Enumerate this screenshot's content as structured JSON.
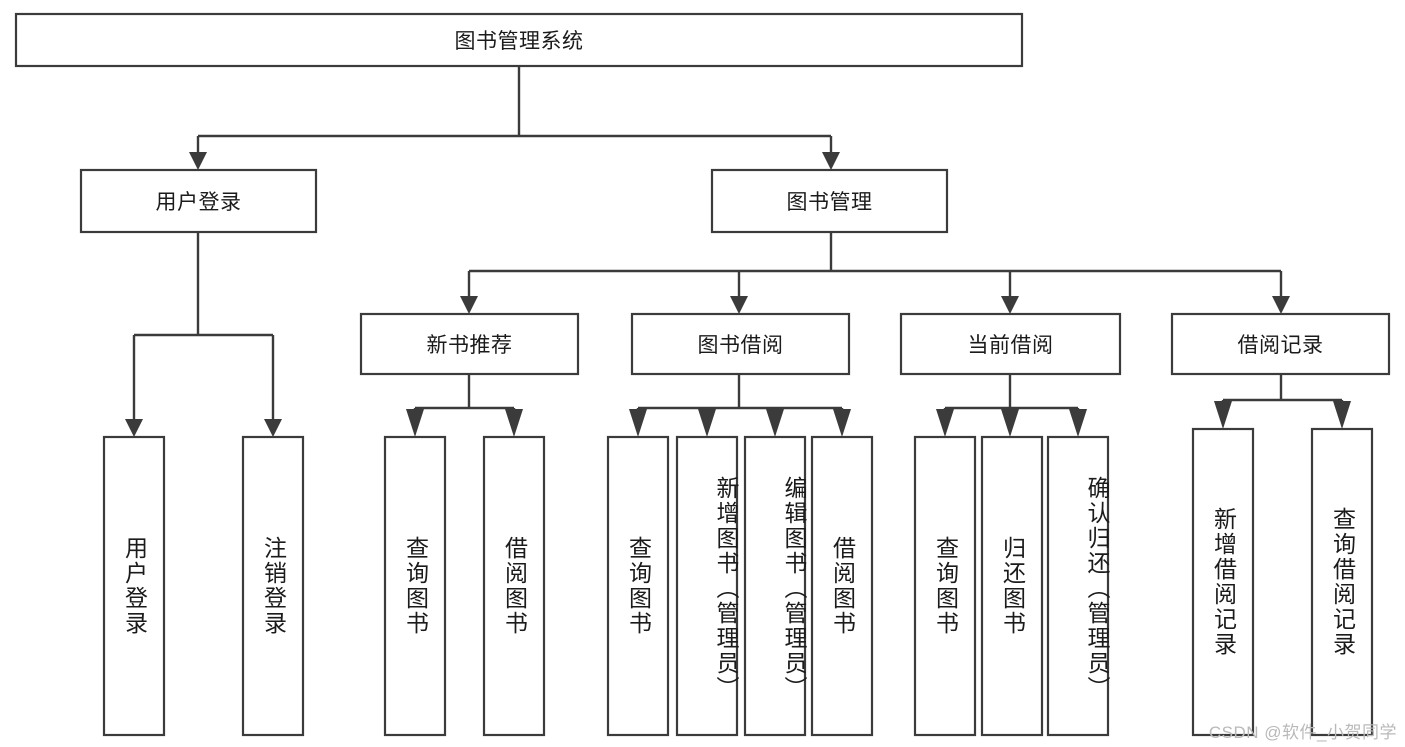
{
  "diagram": {
    "type": "tree-hierarchy",
    "title": "图书管理系统",
    "root": {
      "label": "图书管理系统",
      "level": 0
    },
    "level1": [
      {
        "label": "用户登录"
      },
      {
        "label": "图书管理"
      }
    ],
    "level2": [
      {
        "label": "新书推荐",
        "parent": "图书管理"
      },
      {
        "label": "图书借阅",
        "parent": "图书管理"
      },
      {
        "label": "当前借阅",
        "parent": "图书管理"
      },
      {
        "label": "借阅记录",
        "parent": "图书管理"
      }
    ],
    "leaves": {
      "user_login": [
        {
          "label": "用户登录"
        },
        {
          "label": "注销登录"
        }
      ],
      "new_book_recommend": [
        {
          "label": "查询图书"
        },
        {
          "label": "借阅图书"
        }
      ],
      "book_borrow": [
        {
          "label": "查询图书"
        },
        {
          "label": "新增图书（管理员）"
        },
        {
          "label": "编辑图书（管理员）"
        },
        {
          "label": "借阅图书"
        }
      ],
      "current_borrow": [
        {
          "label": "查询图书"
        },
        {
          "label": "归还图书"
        },
        {
          "label": "确认归还（管理员）"
        }
      ],
      "borrow_record": [
        {
          "label": "新增借阅记录"
        },
        {
          "label": "查询借阅记录"
        }
      ]
    },
    "watermark": "CSDN @软件_小贺同学",
    "colors": {
      "box_stroke": "#3b3b3b",
      "box_fill": "#ffffff",
      "text": "#1b1b1b",
      "connector": "#3b3b3b",
      "watermark": "#b9b9b9",
      "background": "#ffffff"
    }
  }
}
